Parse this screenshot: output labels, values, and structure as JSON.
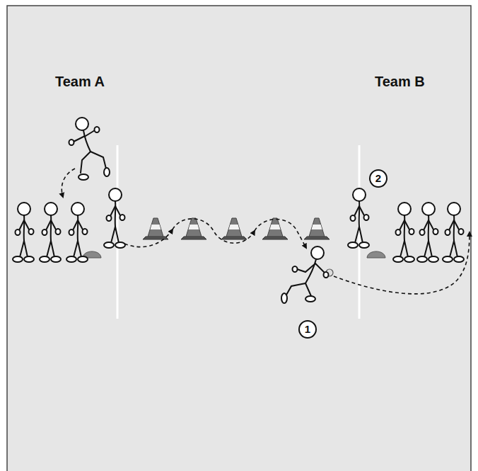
{
  "diagram": {
    "labels": [
      "Team A",
      "Team B",
      "1",
      "2"
    ]
  }
}
